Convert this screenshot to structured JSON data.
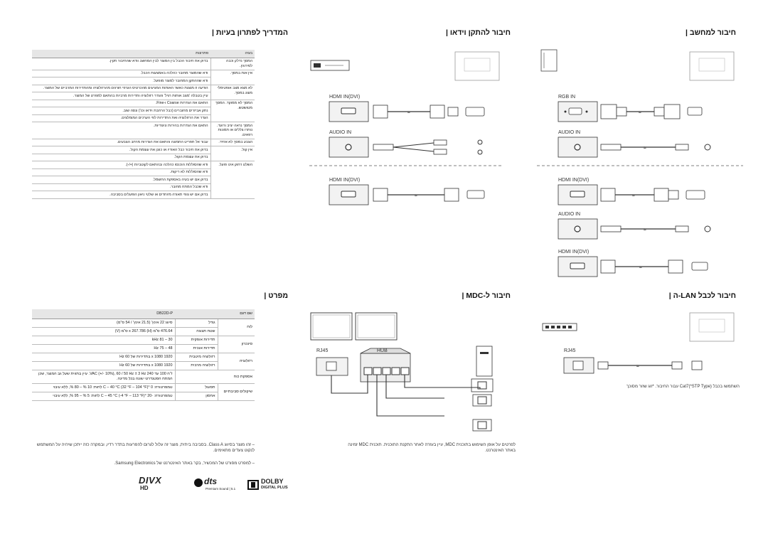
{
  "sections": {
    "pc": "חיבור למחשב |",
    "video": "חיבור להתקן וידאו |",
    "troubleshooting": "המדריך לפתרון בעיות |",
    "lan": "חיבור לכבל LAN-ה |",
    "mdc": "חיבור ל-MDC |",
    "specs": "מפרט |"
  },
  "ports": {
    "hdmi_in_dvi": "HDMI IN(DVI)",
    "audio_in": "AUDIO IN",
    "rgb_in": "RGB IN",
    "rj45": "RJ45",
    "hub": "HUB"
  },
  "troubleshooting": {
    "headers": [
      "בעיה",
      "פתרונות"
    ],
    "rows": [
      {
        "problem": "המסך נדלק וכבה לסירוגין.",
        "solutions": [
          "בדוק את חיבור הכבל בין המוצר לבין המחשב וודא שהחיבור תקין."
        ]
      },
      {
        "problem": "אין אות במסך.",
        "solutions": [
          "ודא שהמוצר מחובר כהלכה באמצעות הכבל.",
          "ודא שההתקן המחובר למוצר מופעל."
        ]
      },
      {
        "problem": "לא מצא מצב אופטימלי מוצג במסך.",
        "solutions": [
          "הודעה זו מוצגת כאשר האותות המגיעים מהכרטיס הגרפי חורגים מהרזולוציה ומהתדירות המרביים של המוצר.",
          "עיין בטבלה 'מצב אותות רגיל' והגדר רזולוציה ותדירות מרביות בהתאם למפרט של המוצר."
        ]
      },
      {
        "problem": "המסך לא ממוקד. המסך מטושטש.",
        "solutions": [
          "התאם את הגדרות Coarse ו-Fine.",
          "נתק אביזרים מחוברים (כבל הרחבת וידאו וכו') ונסה שוב.",
          "הגדר את הרזולוציה ואת התדירות לפי הערכים המומלצים."
        ]
      },
      {
        "problem": "המסך נראה יציב ורועד. נותרו צללים או תמונות רפאים.",
        "solutions": [
          "התאם את הגדרות בהירות וניגודיות."
        ]
      },
      {
        "problem": "הצבע במסך לא אחיד.",
        "solutions": [
          "עבור אל תפריט התמונה והתאם את הגדרות מרחב הצבעים."
        ]
      },
      {
        "problem": "אין קול.",
        "solutions": [
          "בדוק את חיבור כבל האודיו או כוונן את עוצמת הקול.",
          "בדוק את עוצמת הקול."
        ]
      },
      {
        "problem": "השלט רחוק אינו פועל.",
        "solutions": [
          "ודא שהסוללות הוכנסו כהלכה ובהתאם לקוטביות (+/-).",
          "ודא שהסוללות לא ריקות.",
          "בדוק אם יש בעיה באספקת החשמל.",
          "ודא שכבל המתח מחובר.",
          "בדוק אם יש גופי תאורה מיוחדים או שלטי ניאון הפועלים בסביבה."
        ]
      }
    ]
  },
  "lan_note": "השתמשו בכבל Cat7(*STP Type) עבור החיבור. *זוג שזור מסוכך",
  "mdc_note": "לפרטים על אופן השימוש בתוכנית MDC, עיין בעזרה לאחר התקנת התוכנית. תוכנית MDC זמינה באתר האינטרנט.",
  "specs": {
    "headers": [
      "שם דגם",
      "DB22D-P"
    ],
    "rows": [
      {
        "group": "לוח",
        "sub": "גודל",
        "value": "סיווג 22 אינץ' (21.5 אינץ' / 54 ס\"מ)"
      },
      {
        "group": "",
        "sub": "שטח תצוגה",
        "value": "476.64 ס\"מ (H) x 267.786 ס\"מ (V)"
      },
      {
        "group": "סינכרון",
        "sub": "תדירות אופקית",
        "value": "30 – 81 kHz"
      },
      {
        "group": "",
        "sub": "תדירות אנכית",
        "value": "48 – 75 Hz"
      },
      {
        "group": "רזולוציה",
        "sub": "רזולוציה מיטבית",
        "value": "1920 x 1080 בתדירות של 60 Hz"
      },
      {
        "group": "",
        "sub": "רזולוציה מרבית",
        "value": "1920 x 1080 בתדירות של 60 Hz"
      },
      {
        "group": "אספקת כוח",
        "sub": "",
        "value": "ז\"ח 100 עד 240 VAC (+/- 10%), 60 / 50 Hz ± 3 Hz. עיין בתווית שעל גב המוצר, שכן המתח הסטנדרטי שונה בכל מדינה."
      },
      {
        "group": "שיקולים סביבתיים",
        "sub": "תפעול",
        "value": "טמפרטורה: 0 °C – 40 °C (32 °F – 104 °F) לחות: 10 % – 80 %, ללא עיבוי"
      },
      {
        "group": "",
        "sub": "אחסון",
        "value": "טמפרטורה: -20 °C – 45 °C (-4 °F – 113 °F) לחות: 5 % – 95 %, ללא עיבוי"
      }
    ]
  },
  "footnotes": [
    "– זהו מוצר בסיווג Class A. בסביבה ביתית, מוצר זה עלול לגרום להפרעות בתדר רדיו, ובמקרה כזה ייתכן שיהיה על המשתמש לנקוט צעדים מתאימים.",
    "– למפרט מפורט של המכשיר, בקר באתר האינטרנט של Samsung Electronics."
  ],
  "logos": {
    "divx": "DIVX",
    "divx_sub": "HD",
    "dts": "dts",
    "dts_sub": "Premium Sound | 5.1",
    "dolby": "DOLBY",
    "dolby_sub": "DIGITAL PLUS"
  },
  "colors": {
    "accent": "#111111",
    "header_bg": "#e6e6e6",
    "rule": "#bbbbbb"
  }
}
